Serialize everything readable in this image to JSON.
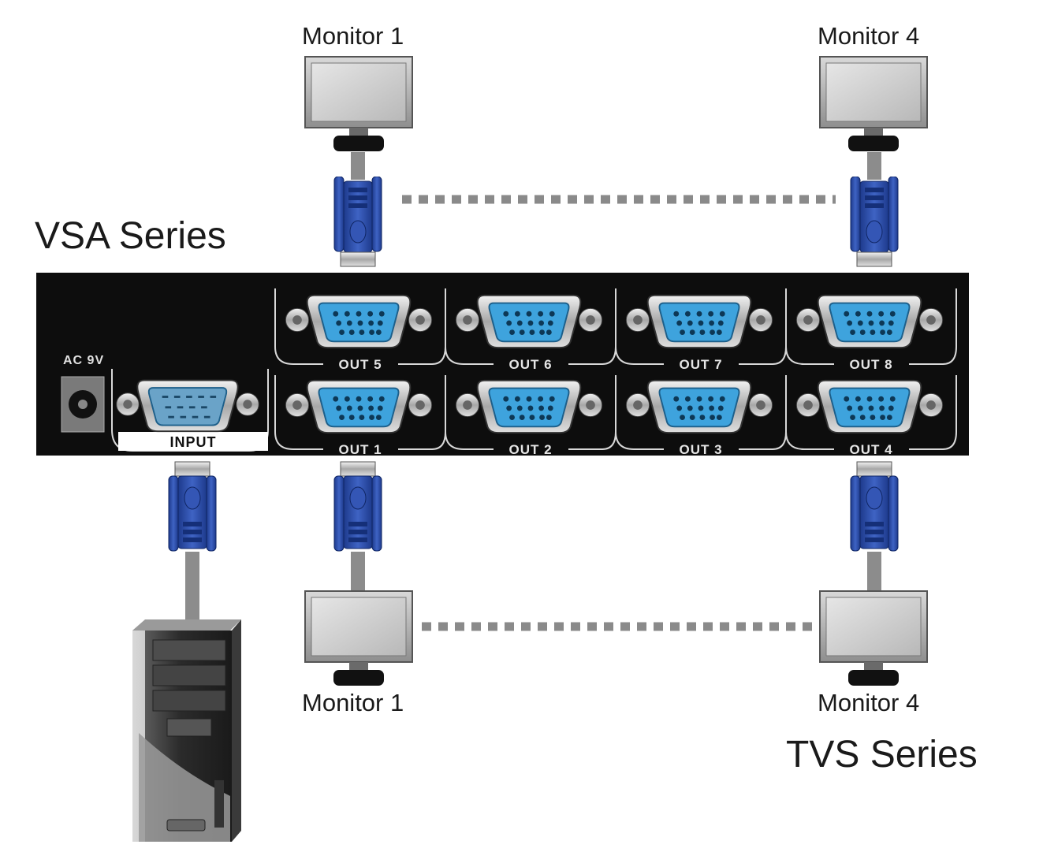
{
  "labels": {
    "vsa_series": "VSA Series",
    "tvs_series": "TVS Series",
    "top_monitor_left": "Monitor 1",
    "top_monitor_right": "Monitor 4",
    "bottom_monitor_left": "Monitor 1",
    "bottom_monitor_right": "Monitor 4"
  },
  "panel": {
    "power_label": "AC 9V",
    "input_label": "INPUT",
    "ports_top": [
      "OUT 5",
      "OUT 6",
      "OUT 7",
      "OUT 8"
    ],
    "ports_bottom": [
      "OUT 1",
      "OUT 2",
      "OUT 3",
      "OUT 4"
    ]
  },
  "colors": {
    "panel": "#0d0d0d",
    "vga_plug": "#2e4fa8",
    "port_face": "#3ea3dd",
    "cable": "#8c8c8c",
    "dotted_line": "#8a8a8a"
  },
  "icons": [
    "monitor-icon",
    "vga-connector-icon",
    "computer-tower-icon",
    "power-jack-icon"
  ]
}
